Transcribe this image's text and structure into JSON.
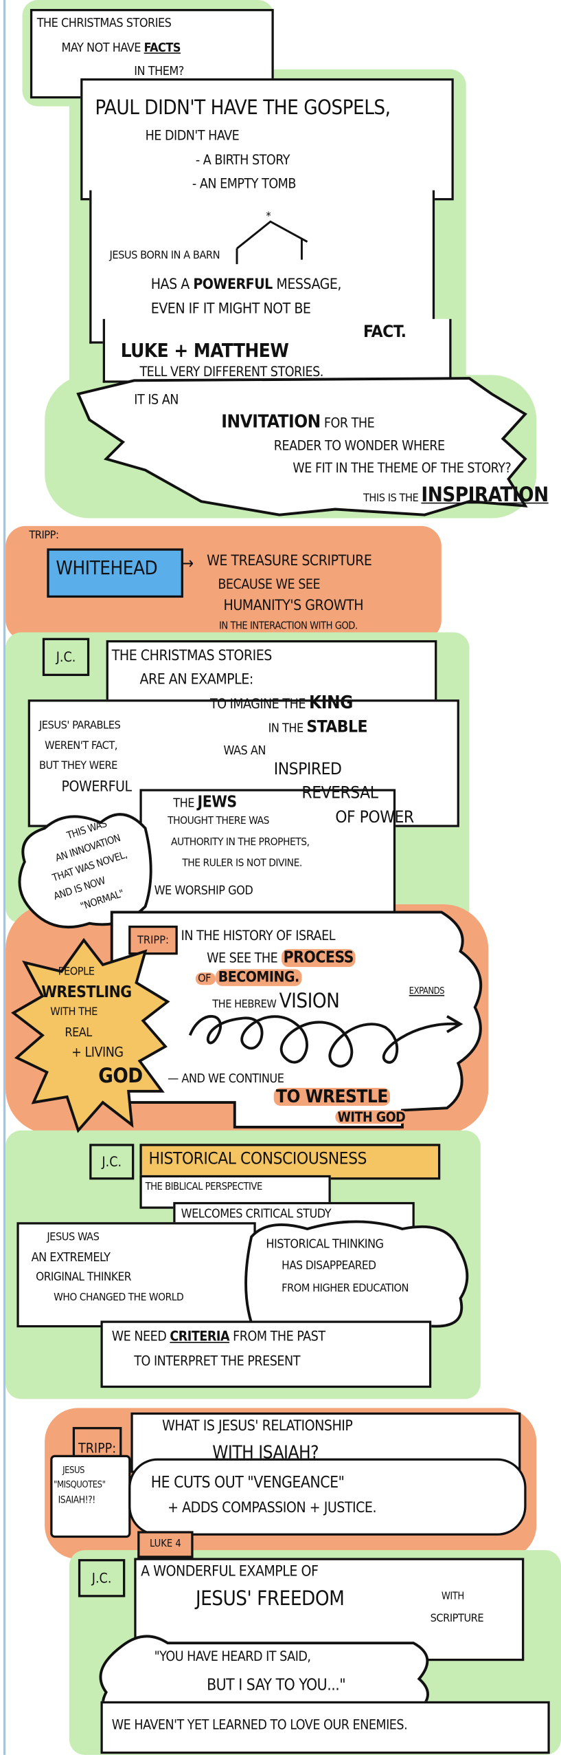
{
  "colors": {
    "green_glow": "#c7edb5",
    "orange": "#f4a479",
    "blue": "#5aaeea",
    "yellow": "#f5c463",
    "ink": "#111111"
  },
  "intro": {
    "question": [
      "THE CHRISTMAS STORIES",
      "MAY NOT HAVE",
      "FACTS",
      "IN THEM?"
    ]
  },
  "paul": {
    "headline": "PAUL DIDN'T HAVE THE GOSPELS,",
    "sub": "HE DIDN'T HAVE",
    "items": [
      "- A BIRTH STORY",
      "- AN EMPTY TOMB"
    ]
  },
  "barn": {
    "line1": "JESUS BORN IN A BARN",
    "line2a": "HAS A ",
    "line2b": "POWERFUL",
    "line2c": " MESSAGE,",
    "line3": "EVEN IF IT MIGHT NOT BE",
    "line4": "FACT."
  },
  "luke": {
    "line1": "LUKE + MATTHEW",
    "line2": "TELL VERY DIFFERENT STORIES."
  },
  "invitation": {
    "line1": "IT IS AN",
    "line2a": "INVITATION",
    "line2b": " FOR THE",
    "line3": "READER TO WONDER WHERE",
    "line4": "WE FIT IN THE THEME OF THE STORY?",
    "line5a": "THIS IS THE ",
    "line5b": "INSPIRATION"
  },
  "whitehead": {
    "speaker": "TRIPP:",
    "name": "WHITEHEAD",
    "arrow": "→",
    "lines": [
      "WE TREASURE SCRIPTURE",
      "BECAUSE WE SEE",
      "HUMANITY'S GROWTH",
      "IN THE INTERACTION WITH GOD."
    ]
  },
  "jc1": {
    "speaker": "J.C.",
    "lines": [
      "THE CHRISTMAS STORIES",
      "ARE AN EXAMPLE:",
      "TO IMAGINE THE ",
      "KING",
      "IN THE ",
      "STABLE"
    ],
    "parables": [
      "JESUS' PARABLES",
      "WEREN'T FACT,",
      "BUT THEY WERE",
      "POWERFUL"
    ],
    "reversal": [
      "WAS AN",
      "INSPIRED",
      "REVERSAL",
      "OF POWER"
    ],
    "jews": [
      "THE ",
      "JEWS",
      "THOUGHT THERE WAS",
      "AUTHORITY IN THE PROPHETS,",
      "THE RULER IS NOT DIVINE.",
      "WE WORSHIP GOD"
    ],
    "innovation": [
      "THIS WAS",
      "AN INNOVATION",
      "THAT WAS NOVEL,",
      "AND IS NOW",
      "\"NORMAL\""
    ]
  },
  "israel": {
    "speaker": "TRIPP:",
    "lines": [
      "IN THE HISTORY OF ISRAEL",
      "WE SEE THE ",
      "PROCESS",
      "OF ",
      "BECOMING.",
      "THE HEBREW ",
      "VISION",
      "EXPANDS",
      "— AND WE CONTINUE",
      "TO WRESTLE",
      "WITH GOD"
    ],
    "burst": [
      "PEOPLE",
      "WRESTLING",
      "WITH THE",
      "REAL",
      "+ LIVING",
      "GOD"
    ]
  },
  "jc2": {
    "speaker": "J.C.",
    "title": "HISTORICAL CONSCIOUSNESS",
    "biblical": "THE BIBLICAL PERSPECTIVE",
    "welcomes": "WELCOMES CRITICAL STUDY",
    "jesus": [
      "JESUS WAS",
      "AN EXTREMELY",
      "ORIGINAL THINKER",
      "WHO CHANGED THE WORLD"
    ],
    "thinking": [
      "HISTORICAL THINKING",
      "HAS DISAPPEARED",
      "FROM HIGHER EDUCATION"
    ],
    "criteria": [
      "WE NEED ",
      "CRITERIA",
      " FROM THE PAST",
      "TO INTERPRET THE PRESENT"
    ]
  },
  "isaiah": {
    "speaker": "TRIPP:",
    "question": [
      "WHAT IS JESUS' RELATIONSHIP",
      "WITH ISAIAH?"
    ],
    "misquotes": [
      "JESUS",
      "\"MISQUOTES\"",
      "ISAIAH!?!"
    ],
    "answer": [
      "HE CUTS OUT \"VENGEANCE\"",
      "+ ADDS COMPASSION + JUSTICE."
    ],
    "ref": "LUKE 4"
  },
  "jc3": {
    "speaker": "J.C.",
    "lines": [
      "A WONDERFUL EXAMPLE OF",
      "JESUS' FREEDOM",
      "WITH",
      "SCRIPTURE"
    ],
    "quote": [
      "\"YOU HAVE HEARD IT SAID,",
      "BUT I SAY TO YOU...\""
    ],
    "closing": "WE HAVEN'T YET LEARNED TO LOVE OUR ENEMIES."
  }
}
